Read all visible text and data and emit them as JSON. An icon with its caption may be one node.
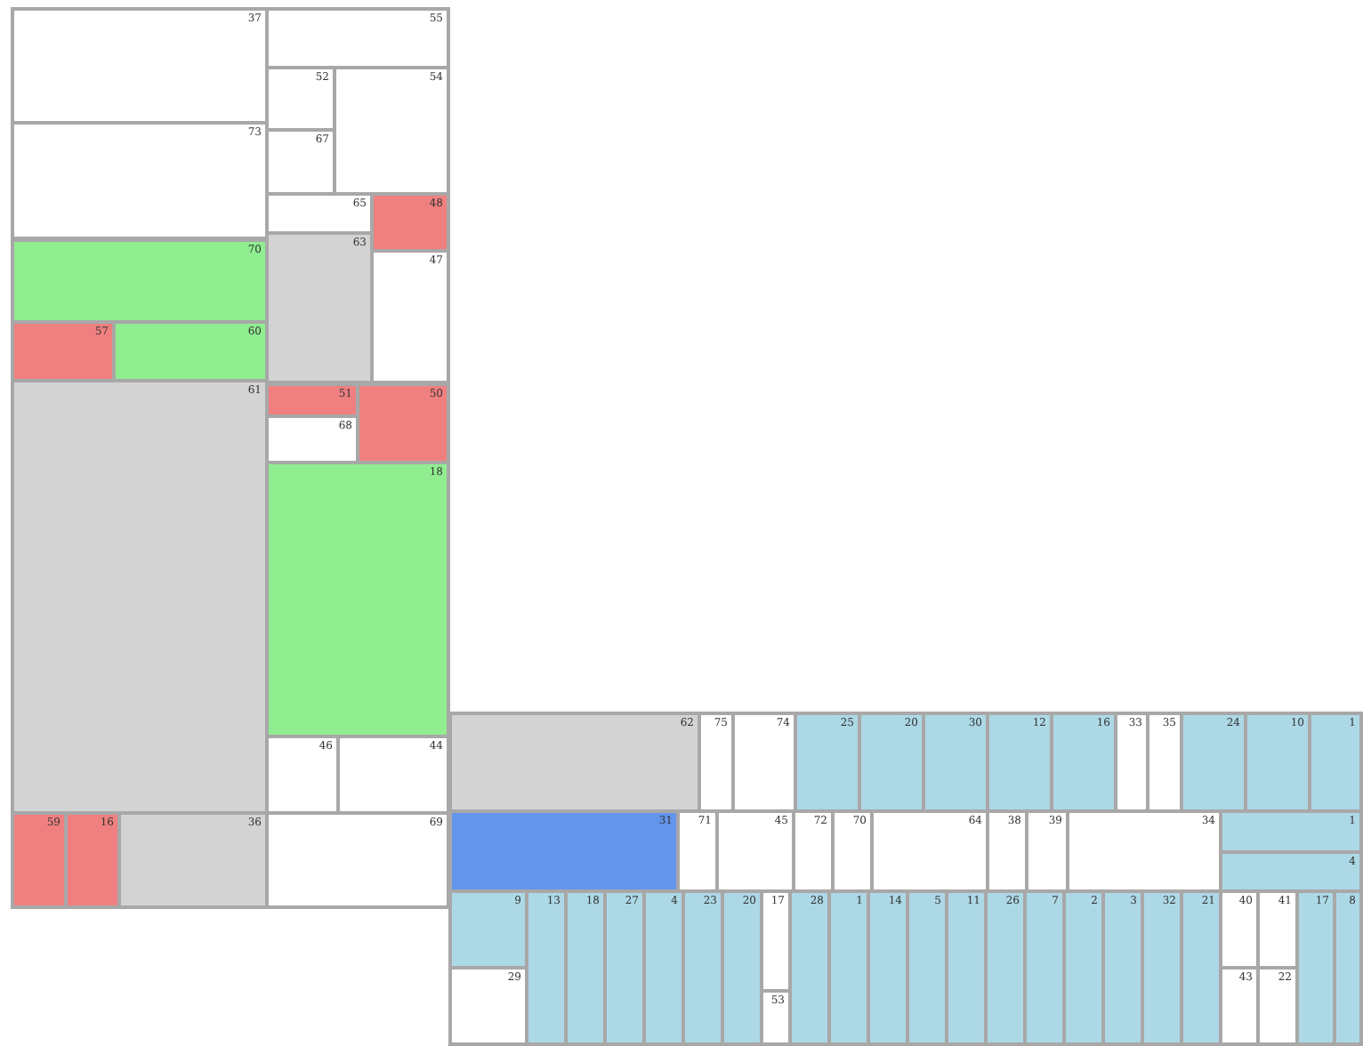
{
  "diagram": {
    "nodes": [
      {
        "text": [
          "37"
        ]
      },
      {
        "text": [
          "55"
        ]
      },
      {
        "text": [
          "52"
        ]
      },
      {
        "text": [
          "54"
        ]
      },
      {
        "text": [
          "67"
        ]
      },
      {
        "text": [
          "73"
        ]
      },
      {
        "text": [
          "65"
        ]
      },
      {
        "text": [
          "48"
        ]
      },
      {
        "text": [
          "70"
        ]
      },
      {
        "text": [
          "63"
        ]
      },
      {
        "text": [
          "47"
        ]
      },
      {
        "text": [
          "57"
        ]
      },
      {
        "text": [
          "60"
        ]
      },
      {
        "text": [
          "61"
        ]
      },
      {
        "text": [
          "51"
        ]
      },
      {
        "text": [
          "50"
        ]
      },
      {
        "text": [
          "68"
        ]
      },
      {
        "text": [
          "18"
        ]
      },
      {
        "text": [
          "46"
        ]
      },
      {
        "text": [
          "44"
        ]
      },
      {
        "text": [
          "59"
        ]
      },
      {
        "text": [
          "16"
        ]
      },
      {
        "text": [
          "36"
        ]
      },
      {
        "text": [
          "69"
        ]
      },
      {
        "text": [
          "62"
        ]
      },
      {
        "text": [
          "75"
        ]
      },
      {
        "text": [
          "74"
        ]
      },
      {
        "text": [
          "25"
        ]
      },
      {
        "text": [
          "20"
        ]
      },
      {
        "text": [
          "30"
        ]
      },
      {
        "text": [
          "12"
        ]
      },
      {
        "text": [
          "16"
        ]
      },
      {
        "text": [
          "33"
        ]
      },
      {
        "text": [
          "35"
        ]
      },
      {
        "text": [
          "24"
        ]
      },
      {
        "text": [
          "10"
        ]
      },
      {
        "text": [
          "1"
        ]
      },
      {
        "text": [
          "31"
        ]
      },
      {
        "text": [
          "71"
        ]
      },
      {
        "text": [
          "45"
        ]
      },
      {
        "text": [
          "72"
        ]
      },
      {
        "text": [
          "70"
        ]
      },
      {
        "text": [
          "64"
        ]
      },
      {
        "text": [
          "38"
        ]
      },
      {
        "text": [
          "39"
        ]
      },
      {
        "text": [
          "34"
        ]
      },
      {
        "text": [
          "1"
        ]
      },
      {
        "text": [
          "4"
        ]
      },
      {
        "text": [
          "9"
        ]
      },
      {
        "text": [
          "29"
        ]
      },
      {
        "text": [
          "13"
        ]
      },
      {
        "text": [
          "18"
        ]
      },
      {
        "text": [
          "27"
        ]
      },
      {
        "text": [
          "4"
        ]
      },
      {
        "text": [
          "23"
        ]
      },
      {
        "text": [
          "20"
        ]
      },
      {
        "text": [
          "17"
        ]
      },
      {
        "text": [
          "53"
        ]
      },
      {
        "text": [
          "28"
        ]
      },
      {
        "text": [
          "1"
        ]
      },
      {
        "text": [
          "14"
        ]
      },
      {
        "text": [
          "5"
        ]
      },
      {
        "text": [
          "11"
        ]
      },
      {
        "text": [
          "26"
        ]
      },
      {
        "text": [
          "7"
        ]
      },
      {
        "text": [
          "2"
        ]
      },
      {
        "text": [
          "3"
        ]
      },
      {
        "text": [
          "32"
        ]
      },
      {
        "text": [
          "21"
        ]
      },
      {
        "text": [
          "40"
        ]
      },
      {
        "text": [
          "41"
        ]
      },
      {
        "text": [
          "43"
        ]
      },
      {
        "text": [
          "22"
        ]
      },
      {
        "text": [
          "17"
        ]
      },
      {
        "text": [
          "8"
        ]
      }
    ]
  }
}
